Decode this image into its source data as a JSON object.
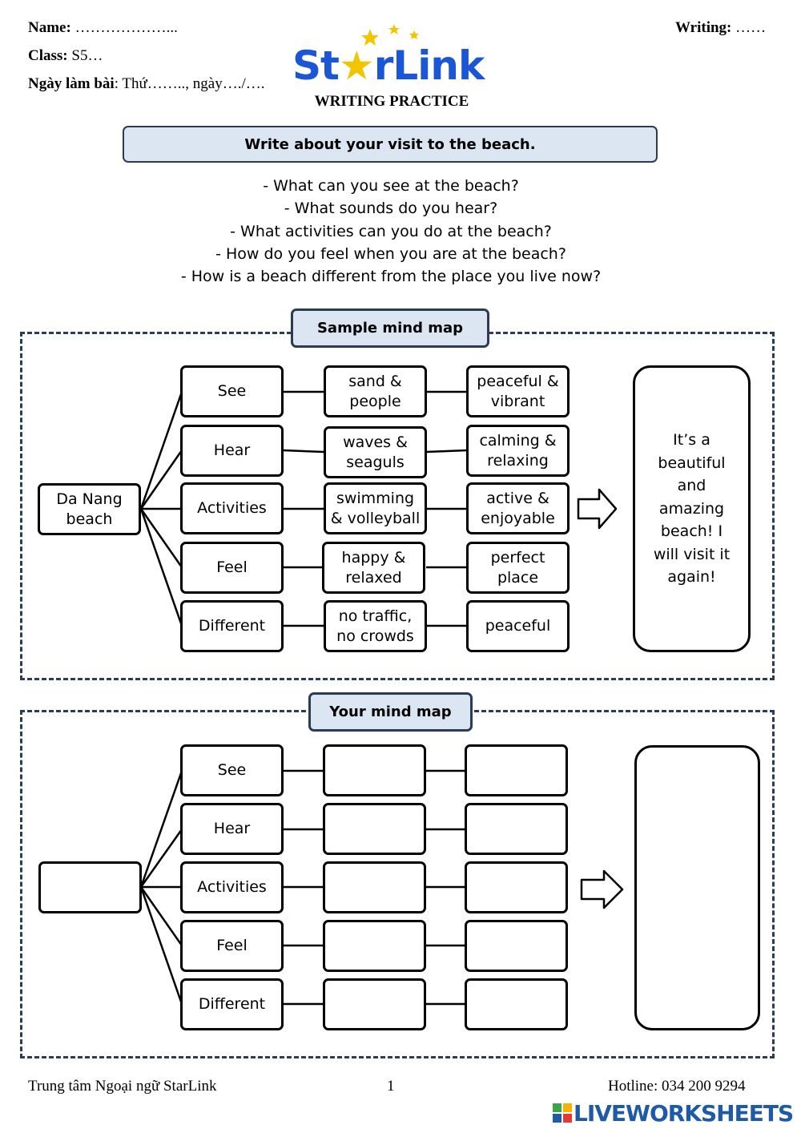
{
  "header": {
    "name_label": "Name:",
    "name_value": " ………………...",
    "class_label": "Class:",
    "class_value": " S5…",
    "date_label": "Ngày làm bài",
    "date_value": ": Thứ…….., ngày…./….",
    "writing_label": "Writing:",
    "writing_value": " ……",
    "logo_st": "St",
    "logo_star": "★",
    "logo_rest": "rLink",
    "subtitle": "WRITING PRACTICE"
  },
  "task": {
    "title": "Write about your visit to the beach.",
    "questions": [
      "- What can you see at the beach?",
      "- What sounds do you hear?",
      "- What activities can you do at the beach?",
      "- How do you feel when you are at the beach?",
      "- How is a beach different from the place you live now?"
    ]
  },
  "sample_map": {
    "label": "Sample mind map",
    "center": "Da Nang beach",
    "branches": [
      {
        "name": "See",
        "detail": "sand & people",
        "result": "peaceful & vibrant"
      },
      {
        "name": "Hear",
        "detail": "waves & seaguls",
        "result": "calming & relaxing"
      },
      {
        "name": "Activities",
        "detail": "swimming & volleyball",
        "result": "active & enjoyable"
      },
      {
        "name": "Feel",
        "detail": "happy & relaxed",
        "result": "perfect place"
      },
      {
        "name": "Different",
        "detail": "no traffic, no crowds",
        "result": "peaceful"
      }
    ],
    "conclusion": "It’s a beautiful and amazing beach! I will visit it again!"
  },
  "your_map": {
    "label": "Your mind map",
    "branches": [
      "See",
      "Hear",
      "Activities",
      "Feel",
      "Different"
    ]
  },
  "footer": {
    "left": "Trung tâm Ngoại ngữ StarLink",
    "page": "1",
    "right": "Hotline: 034 200 9294",
    "brand": "LIVEWORKSHEETS"
  },
  "colors": {
    "accent": "#1a56d6",
    "star": "#f2c500",
    "label_bg": "#dce5f2",
    "border": "#2b3d55"
  }
}
